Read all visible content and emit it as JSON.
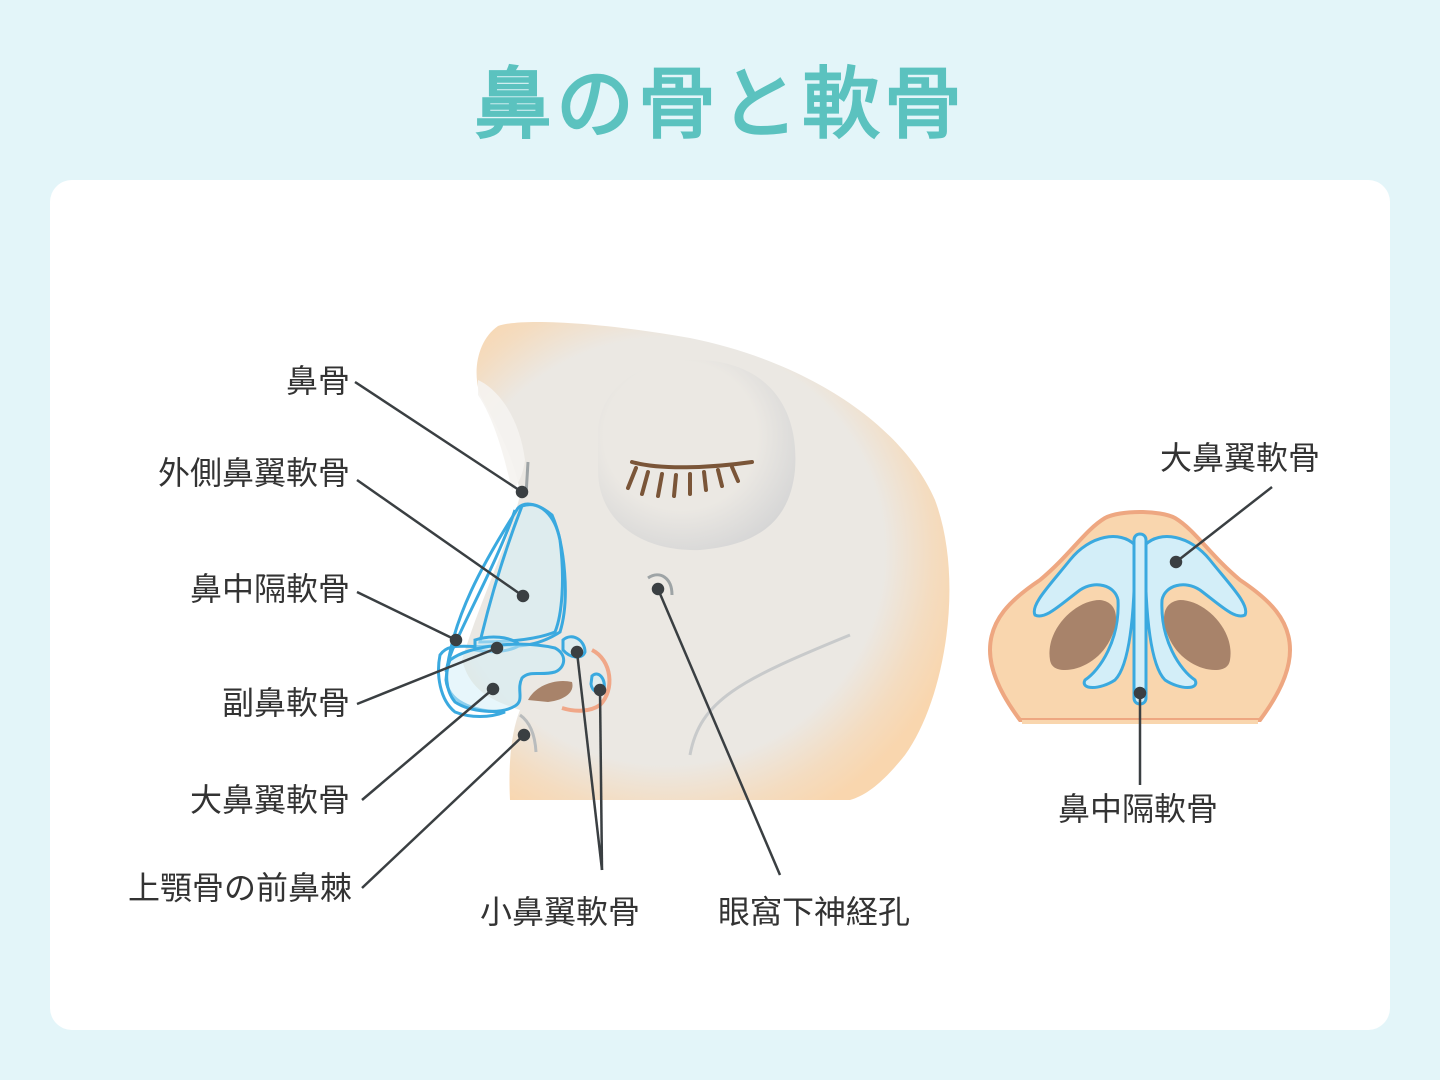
{
  "title": "鼻の骨と軟骨",
  "side_view": {
    "labels": {
      "nasal_bone": "鼻骨",
      "lateral_cartilage": "外側鼻翼軟骨",
      "septal_cartilage": "鼻中隔軟骨",
      "accessory_cartilage": "副鼻軟骨",
      "major_alar_cartilage": "大鼻翼軟骨",
      "anterior_nasal_spine": "上顎骨の前鼻棘",
      "minor_alar_cartilage": "小鼻翼軟骨",
      "infraorbital_foramen": "眼窩下神経孔"
    }
  },
  "bottom_view": {
    "labels": {
      "major_alar_cartilage": "大鼻翼軟骨",
      "septal_cartilage": "鼻中隔軟骨"
    }
  },
  "colors": {
    "background": "#e3f5f9",
    "title": "#5bc2bf",
    "skin": "#f9d9b4",
    "bone": "#ebe8e3",
    "cartilage_stroke": "#3aa9df",
    "cartilage_fill": "#d3eef8",
    "nostril": "#a8836a",
    "leader_line": "#3a3f42"
  }
}
